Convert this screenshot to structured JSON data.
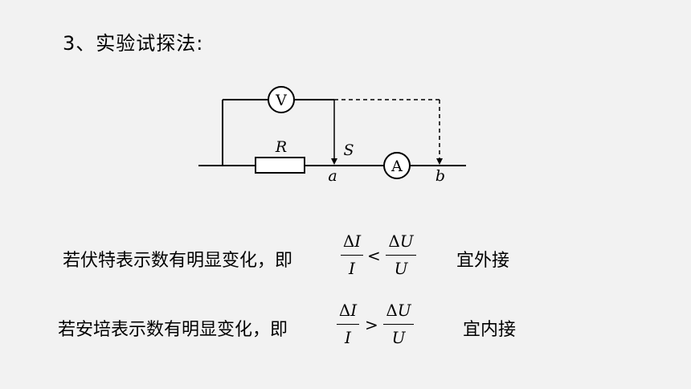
{
  "title": "3、实验试探法:",
  "circuit": {
    "voltmeter_label": "V",
    "ammeter_label": "A",
    "resistor_label": "R",
    "switch_label": "S",
    "node_a_label": "a",
    "node_b_label": "b"
  },
  "rule1": {
    "text": "若伏特表示数有明显变化，即",
    "num_left_delta": "Δ",
    "num_left_var": "I",
    "den_left": "I",
    "comparator": "<",
    "num_right_delta": "Δ",
    "num_right_var": "U",
    "den_right": "U",
    "verdict": "宜外接"
  },
  "rule2": {
    "text": "若安培表示数有明显变化，即",
    "num_left_delta": "Δ",
    "num_left_var": "I",
    "den_left": "I",
    "comparator": ">",
    "num_right_delta": "Δ",
    "num_right_var": "U",
    "den_right": "U",
    "verdict": "宜内接"
  }
}
